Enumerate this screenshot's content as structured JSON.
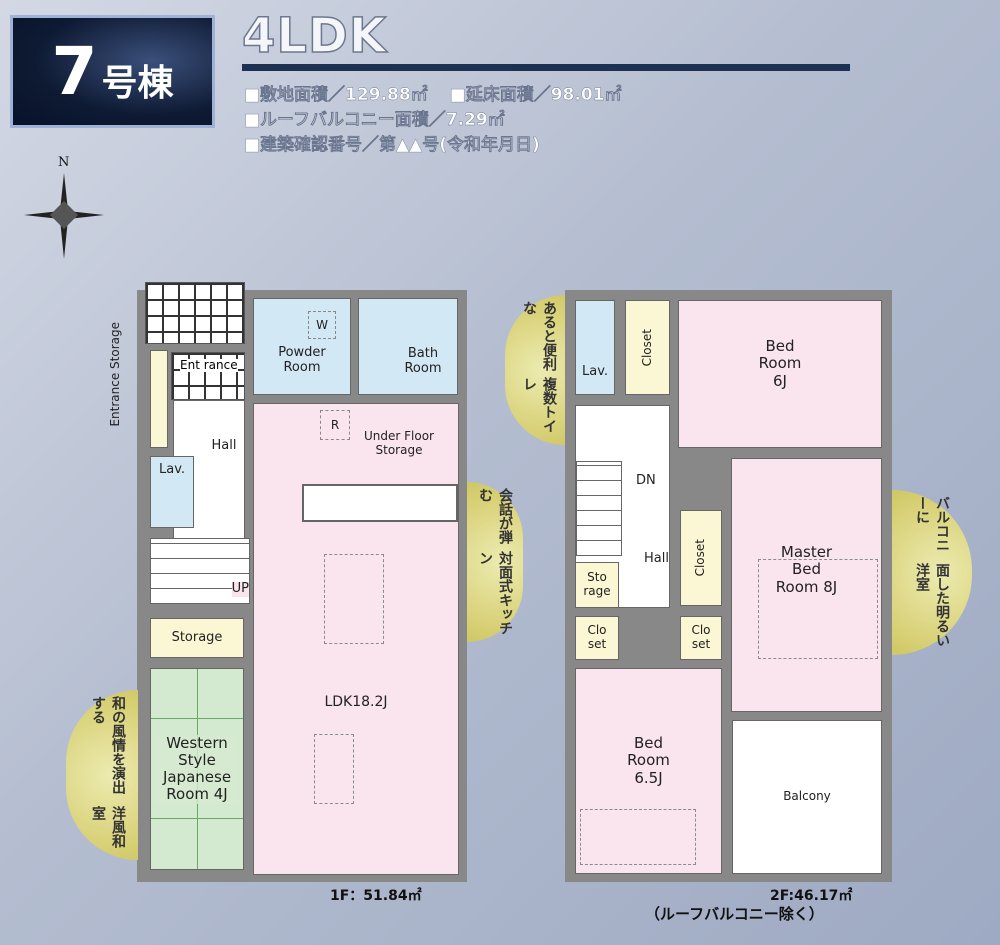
{
  "badge": {
    "number": "7",
    "suffix": "号棟"
  },
  "layout_type": "4LDK",
  "specs": {
    "line1a": "■敷地面積／129.88㎡",
    "line1b": "■延床面積／98.01㎡",
    "line2": "■ルーフバルコニー面積／7.29㎡",
    "line3": "■建築確認番号／第▲▲号(令和年月日)"
  },
  "compass": {
    "label": "N",
    "icon": "compass-star-icon"
  },
  "floor1": {
    "area_label": "1F：51.84㎡",
    "rooms": {
      "entrance_storage": "Entrance Storage",
      "entrance": "Ent rance",
      "powder": "Powder Room",
      "bath": "Bath Room",
      "hall": "Hall",
      "lav": "Lav.",
      "up": "UP",
      "fridge": "R",
      "washer": "W",
      "under_floor": "Under Floor Storage",
      "ldk": "LDK18.2J",
      "storage": "Storage",
      "japanese": "Western Style Japanese Room 4J"
    }
  },
  "floor2": {
    "area_label": "2F:46.17㎡",
    "area_note": "（ルーフバルコニー除く）",
    "rooms": {
      "lav": "Lav.",
      "closet1": "Closet",
      "bed6": "Bed Room 6J",
      "dn": "DN",
      "hall": "Hall",
      "closet2": "Closet",
      "master": "Master Bed Room 8J",
      "storage": "Sto rage",
      "closet3": "Clo set",
      "closet4": "Clo set",
      "bed65": "Bed Room 6.5J",
      "balcony": "Balcony"
    }
  },
  "callouts": {
    "kitchen": [
      "会話が弾む",
      "対面式キッチン"
    ],
    "toilet": [
      "あると便利な",
      "複数トイレ"
    ],
    "balcony_room": [
      "バルコニーに",
      "面した明るい洋室"
    ],
    "japanese": [
      "和の風情を演出する",
      "洋風和室"
    ]
  },
  "colors": {
    "wet_area": "#d3e8f5",
    "living": "#fae4ee",
    "storage": "#fbf6d4",
    "tatami": "#d4ead0",
    "badge": "#0e1a33",
    "rule": "#1d3152"
  }
}
